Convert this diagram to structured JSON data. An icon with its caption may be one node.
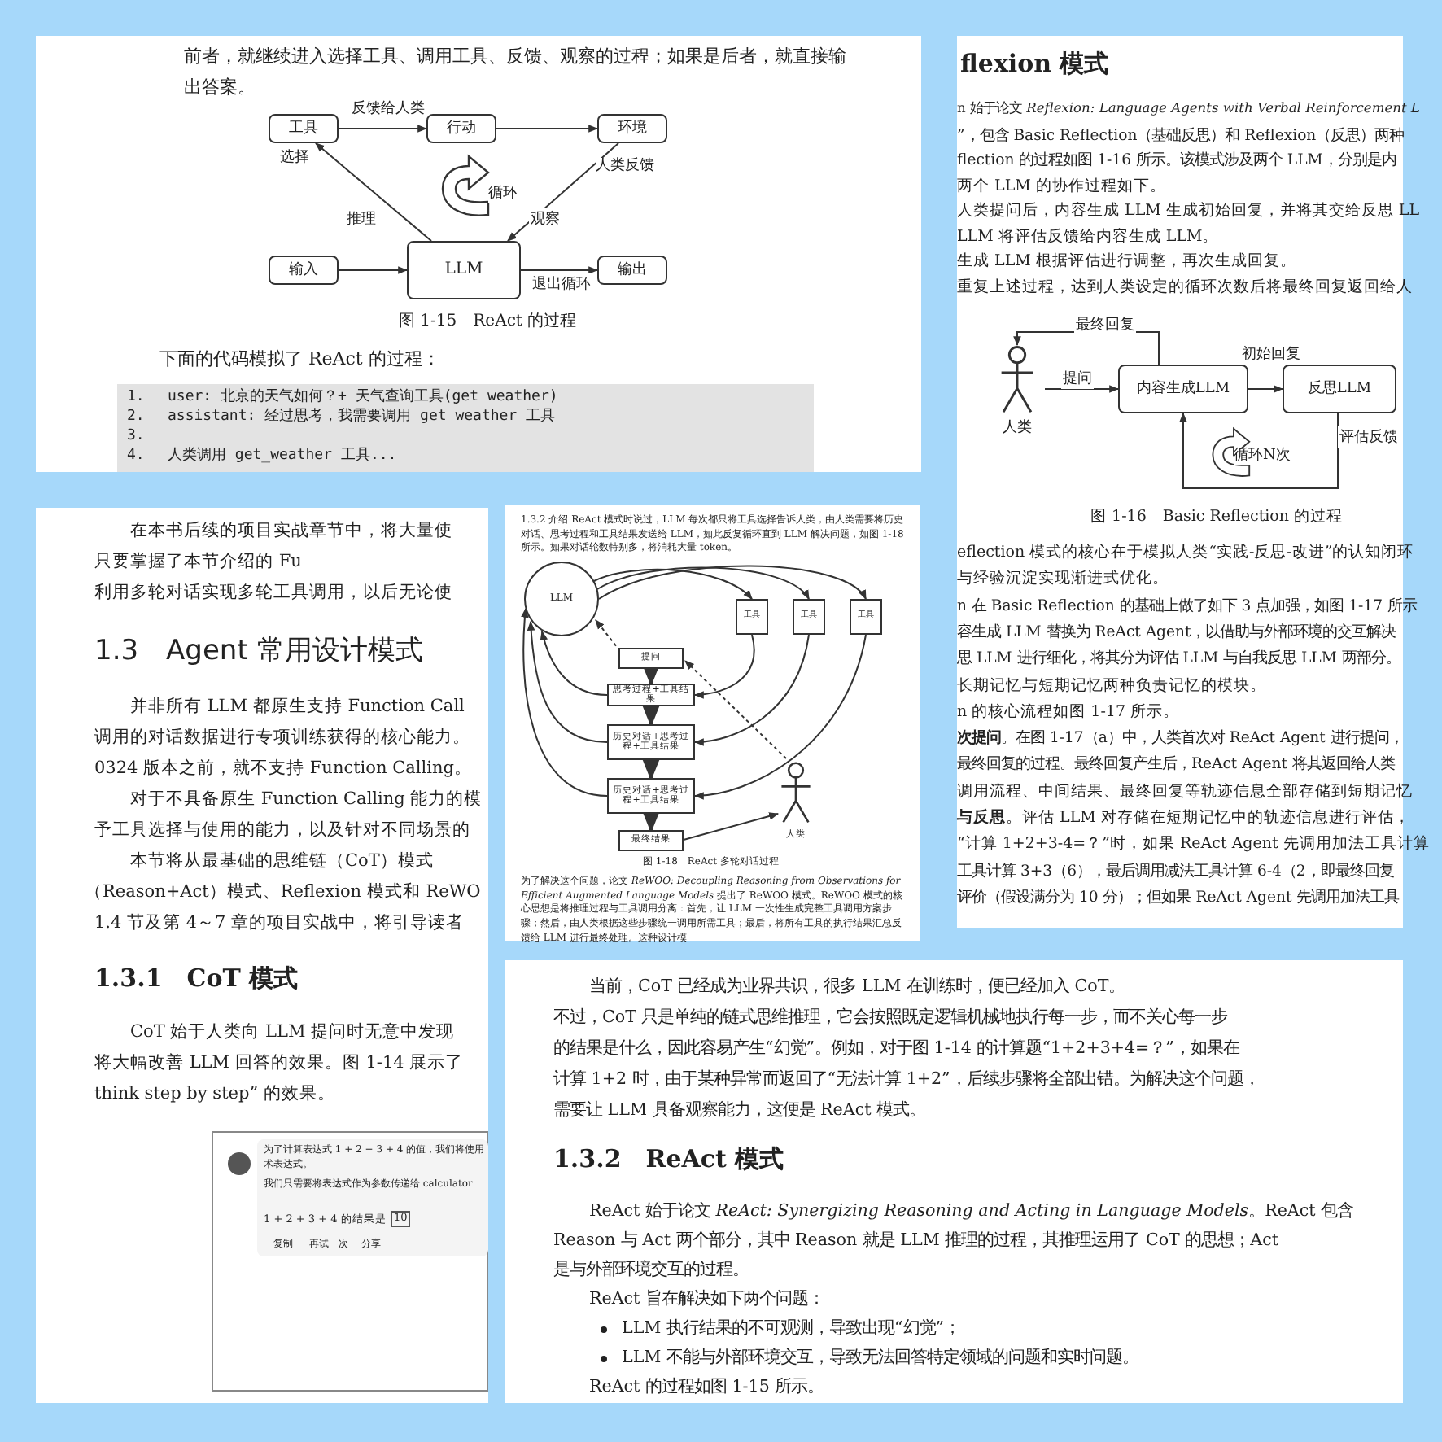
{
  "diagram": {
    "nodes": [
      {
        "text": [
          "工具"
        ]
      },
      {
        "text": [
          "行动"
        ]
      },
      {
        "text": [
          "环境"
        ]
      },
      {
        "text": [
          "输入"
        ]
      },
      {
        "text": [
          "LLM"
        ]
      },
      {
        "text": [
          "输出"
        ]
      },
      {
        "text": [
          "人类"
        ]
      },
      {
        "text": [
          "内容生成LLM"
        ]
      },
      {
        "text": [
          "反思LLM"
        ]
      },
      {
        "text": [
          "LLM"
        ]
      },
      {
        "text": [
          "工具"
        ]
      },
      {
        "text": [
          "工具"
        ]
      },
      {
        "text": [
          "工具"
        ]
      },
      {
        "text": [
          "提问"
        ]
      },
      {
        "text": [
          "思考过程+工具结果"
        ]
      },
      {
        "text": [
          "历史对话+思考过程+工具结果"
        ]
      },
      {
        "text": [
          "历史对话+思考过程+工具结果"
        ]
      },
      {
        "text": [
          "最终结果"
        ]
      },
      {
        "text": [
          "人类"
        ]
      }
    ],
    "edges": [
      {
        "from": 0,
        "to": 1,
        "arrow": "to",
        "label": "反馈给人类"
      },
      {
        "from": 1,
        "to": 2,
        "arrow": "to"
      },
      {
        "from": 2,
        "to": 4,
        "arrow": "to",
        "label": "观察"
      },
      {
        "from": 4,
        "to": 0,
        "arrow": "to",
        "label": "推理"
      },
      {
        "from": 3,
        "to": 4,
        "arrow": "to"
      },
      {
        "from": 4,
        "to": 5,
        "arrow": "to",
        "label": "退出循环"
      },
      {
        "from": 6,
        "to": 7,
        "arrow": "to",
        "label": "提问"
      },
      {
        "from": 7,
        "to": 8,
        "arrow": "to",
        "label": "初始回复"
      },
      {
        "from": 8,
        "to": 7,
        "arrow": "to",
        "label": "评估反馈"
      },
      {
        "from": 7,
        "to": 6,
        "arrow": "to",
        "label": "最终回复"
      },
      {
        "from": 9,
        "to": 10,
        "arrow": "to"
      },
      {
        "from": 9,
        "to": 11,
        "arrow": "to"
      },
      {
        "from": 9,
        "to": 12,
        "arrow": "to"
      },
      {
        "from": 10,
        "to": 14,
        "arrow": "to"
      },
      {
        "from": 11,
        "to": 15,
        "arrow": "to"
      },
      {
        "from": 12,
        "to": 16,
        "arrow": "to"
      },
      {
        "from": 13,
        "to": 14,
        "arrow": "to",
        "style": "thick"
      },
      {
        "from": 14,
        "to": 15,
        "arrow": "to",
        "style": "thick"
      },
      {
        "from": 15,
        "to": 16,
        "arrow": "to",
        "style": "thick"
      },
      {
        "from": 16,
        "to": 17,
        "arrow": "to",
        "style": "thick"
      },
      {
        "from": 14,
        "to": 9,
        "arrow": "to"
      },
      {
        "from": 15,
        "to": 9,
        "arrow": "to"
      },
      {
        "from": 16,
        "to": 9,
        "arrow": "to"
      },
      {
        "from": 13,
        "to": 9,
        "arrow": "to",
        "style": "dashed"
      },
      {
        "from": 18,
        "to": 13,
        "arrow": "to",
        "style": "dashed"
      },
      {
        "from": 17,
        "to": 18,
        "arrow": "to"
      }
    ],
    "labels": [
      "前者，就继续进入选择工具、调用工具、反馈、观察的过程；如果是后者，就直接输",
      "出答案。",
      "选择",
      "人类反馈",
      "循环",
      "图 1-15　ReAct 的过程",
      "下面的代码模拟了 ReAct 的过程：",
      "1.",
      "user: 北京的天气如何？+ 天气查询工具(get weather)",
      "2.",
      "assistant: 经过思考，我需要调用 get weather 工具",
      "3.",
      "4.",
      "人类调用 get_weather 工具...",
      "flexion 模式",
      "n 始于论文 *Reflexion: Language Agents with Verbal Reinforcement L*",
      "”，包含 Basic Reflection（基础反思）和 Reflexion（反思）两种",
      "flection 的过程如图 1-16 所示。该模式涉及两个 LLM，分别是内",
      "两个 LLM 的协作过程如下。",
      "人类提问后，内容生成 LLM 生成初始回复，并将其交给反思 LL",
      "LLM 将评估反馈给内容生成 LLM。",
      "生成 LLM 根据评估进行调整，再次生成回复。",
      "重复上述过程，达到人类设定的循环次数后将最终回复返回给人",
      "循环N次",
      "图 1-16　Basic Reflection 的过程",
      "eflection 模式的核心在于模拟人类“实践-反思-改进”的认知闭环",
      "与经验沉淀实现渐进式优化。",
      "n 在 Basic Reflection 的基础上做了如下 3 点加强，如图 1-17 所示",
      "容生成 LLM 替换为 ReAct Agent，以借助与外部环境的交互解决",
      "思 LLM 进行细化，将其分为评估 LLM 与自我反思 LLM 两部分。",
      "长期记忆与短期记忆两种负责记忆的模块。",
      "n 的核心流程如图 1-17 所示。",
      "**次提问**。在图 1-17（a）中，人类首次对 ReAct Agent 进行提问，",
      "最终回复的过程。最终回复产生后，ReAct Agent 将其返回给人类",
      "调用流程、中间结果、最终回复等轨迹信息全部存储到短期记忆",
      "**与反思**。评估 LLM 对存储在短期记忆中的轨迹信息进行评估，",
      "“计算 1+2+3-4=？”时，如果 ReAct Agent 先调用加法工具计算",
      "工具计算 3+3（6），最后调用减法工具计算 6-4（2，即最终回复",
      "评价（假设满分为 10 分）；但如果 ReAct Agent 先调用加法工具",
      "在本书后续的项目实战章节中，将大量使",
      "只要掌握了本节介绍的 Fu",
      "利用多轮对话实现多轮工具调用，以后无论使",
      "1.3　Agent 常用设计模式",
      "并非所有 LLM 都原生支持 Function Call",
      "调用的对话数据进行专项训练获得的核心能力。",
      "0324 版本之前，就不支持 Function Calling。",
      "对于不具备原生 Function Calling 能力的模",
      "予工具选择与使用的能力，以及针对不同场景的",
      "本节将从最基础的思维链（CoT）模式",
      "（Reason+Act）模式、Reflexion 模式和 ReWO",
      "1.4 节及第 4～7 章的项目实战中，将引导读者",
      "1.3.1　CoT 模式",
      "CoT 始于人类向 LLM 提问时无意中发现",
      "将大幅改善 LLM 回答的效果。图 1-14 展示了",
      "think step by step” 的效果。",
      "为了计算表达式 1 + 2 + 3 + 4 的值，我们将使用",
      "术表达式。",
      "我们只需要将表达式作为参数传递给 calculator",
      "1 + 2 + 3 + 4 的结果是",
      "10",
      "复制",
      "再试一次",
      "分享",
      "1.3.2 介绍 ReAct 模式时说过，LLM 每次都只将工具选择告诉人类，由人类需要将历史对话、思考过程和工具结果发送给 LLM，如此反复循环直到 LLM 解决问题，如图 1-18 所示。如果对话轮数特别多，将消耗大量 token。",
      "图 1-18　ReAct 多轮对话过程",
      "为了解决这个问题，论文 *ReWOO: Decoupling Reasoning from Observations for Efficient Augmented Language Models* 提出了 ReWOO 模式。ReWOO 模式的核心思想是将推理过程与工具调用分离：首先，让 LLM 一次性生成完整工具调用方案步骤；然后，由人类根据这些步骤统一调用所需工具；最后，将所有工具的执行结果汇总反馈给 LLM 进行最终处理。这种设计模",
      "当前，CoT 已经成为业界共识，很多 LLM 在训练时，便已经加入 CoT。",
      "不过，CoT 只是单纯的链式思维推理，它会按照既定逻辑机械地执行每一步，而不关心每一步",
      "的结果是什么，因此容易产生“幻觉”。例如，对于图 1-14 的计算题“1+2+3+4=？”，如果在",
      "计算 1+2 时，由于某种异常而返回了“无法计算 1+2”，后续步骤将全部出错。为解决这个问题，",
      "需要让 LLM 具备观察能力，这便是 ReAct 模式。",
      "1.3.2　ReAct 模式",
      "ReAct 始于论文 *ReAct: Synergizing Reasoning and Acting in Language Models*。ReAct 包含",
      "Reason 与 Act 两个部分，其中 Reason 就是 LLM 推理的过程，其推理运用了 CoT 的思想；Act",
      "是与外部环境交互的过程。",
      "ReAct 旨在解决如下两个问题：",
      "LLM 执行结果的不可观测，导致出现“幻觉”；",
      "LLM 不能与外部环境交互，导致无法回答特定领域的问题和实时问题。",
      "ReAct 的过程如图 1-15 所示。"
    ]
  }
}
